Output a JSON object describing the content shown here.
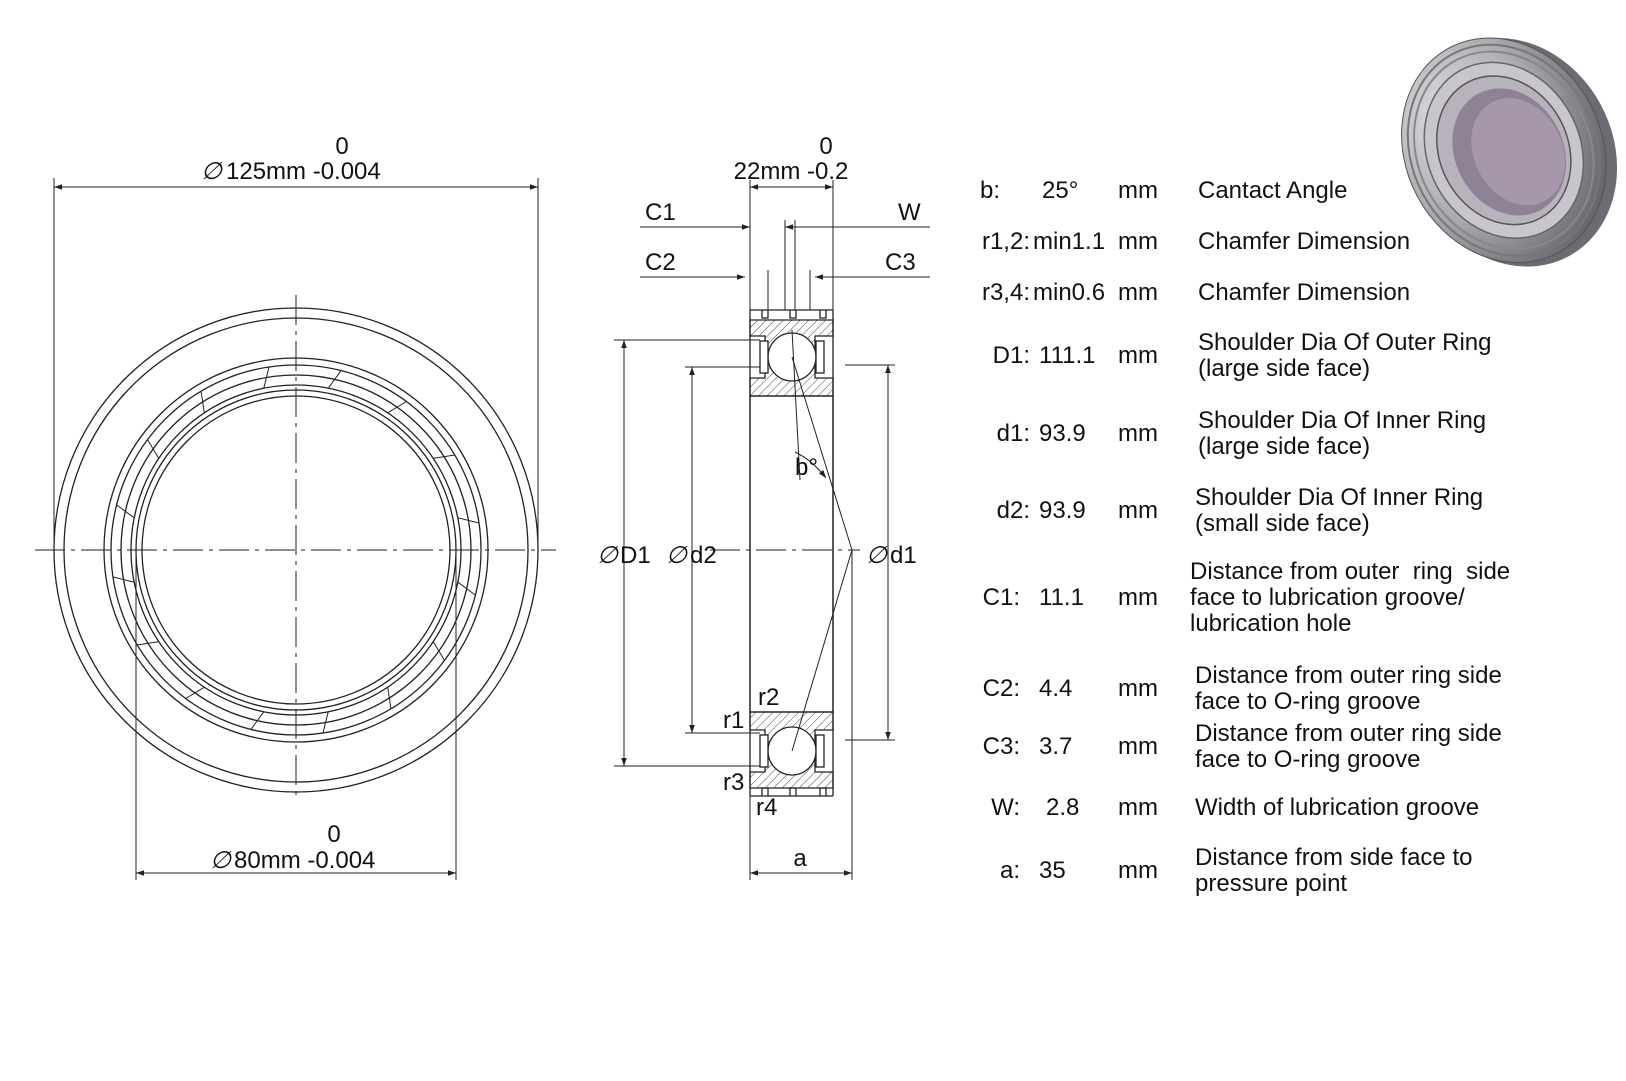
{
  "front_view": {
    "outer_dim": {
      "upper": "0",
      "main": "125mm -0.004"
    },
    "inner_dim": {
      "upper": "0",
      "main": "80mm -0.004"
    }
  },
  "section_view": {
    "width_dim": {
      "upper": "0",
      "main": "22mm -0.2"
    },
    "labels": {
      "c1": "C1",
      "c2": "C2",
      "c3": "C3",
      "w": "W",
      "D1": "D1",
      "d2": "d2",
      "d1": "d1",
      "r1": "r1",
      "r2": "r2",
      "r3": "r3",
      "r4": "r4",
      "b": "b°",
      "a": "a"
    }
  },
  "specs": [
    {
      "label": "b:",
      "value": "25°",
      "unit": "mm",
      "desc": [
        "Cantact Angle"
      ]
    },
    {
      "label": "r1,2:",
      "value": "min1.1",
      "unit": "mm",
      "desc": [
        "Chamfer Dimension"
      ]
    },
    {
      "label": "r3,4:",
      "value": "min0.6",
      "unit": "mm",
      "desc": [
        "Chamfer Dimension"
      ]
    },
    {
      "label": "D1:",
      "value": "111.1",
      "unit": "mm",
      "desc": [
        "Shoulder Dia Of Outer Ring",
        "(large side face)"
      ]
    },
    {
      "label": "d1:",
      "value": "93.9",
      "unit": "mm",
      "desc": [
        "Shoulder Dia Of Inner Ring",
        "(large side face)"
      ]
    },
    {
      "label": "d2:",
      "value": "93.9",
      "unit": "mm",
      "desc": [
        "Shoulder Dia Of Inner Ring",
        "(small side face)"
      ]
    },
    {
      "label": "C1:",
      "value": "11.1",
      "unit": "mm",
      "desc": [
        "Distance from outer  ring  side",
        "face to lubrication groove/",
        "lubrication hole"
      ]
    },
    {
      "label": "C2:",
      "value": "4.4",
      "unit": "mm",
      "desc": [
        "Distance from outer ring side",
        "face to O-ring groove"
      ]
    },
    {
      "label": "C3:",
      "value": "3.7",
      "unit": "mm",
      "desc": [
        "Distance from outer ring side",
        "face to O-ring groove"
      ]
    },
    {
      "label": "W:",
      "value": "2.8",
      "unit": "mm",
      "desc": [
        "Width of lubrication groove"
      ]
    },
    {
      "label": "a:",
      "value": "35",
      "unit": "mm",
      "desc": [
        "Distance from side face to",
        "pressure point"
      ]
    }
  ],
  "colors": {
    "line": "#222222",
    "render_tint": "#9a8ca0"
  }
}
